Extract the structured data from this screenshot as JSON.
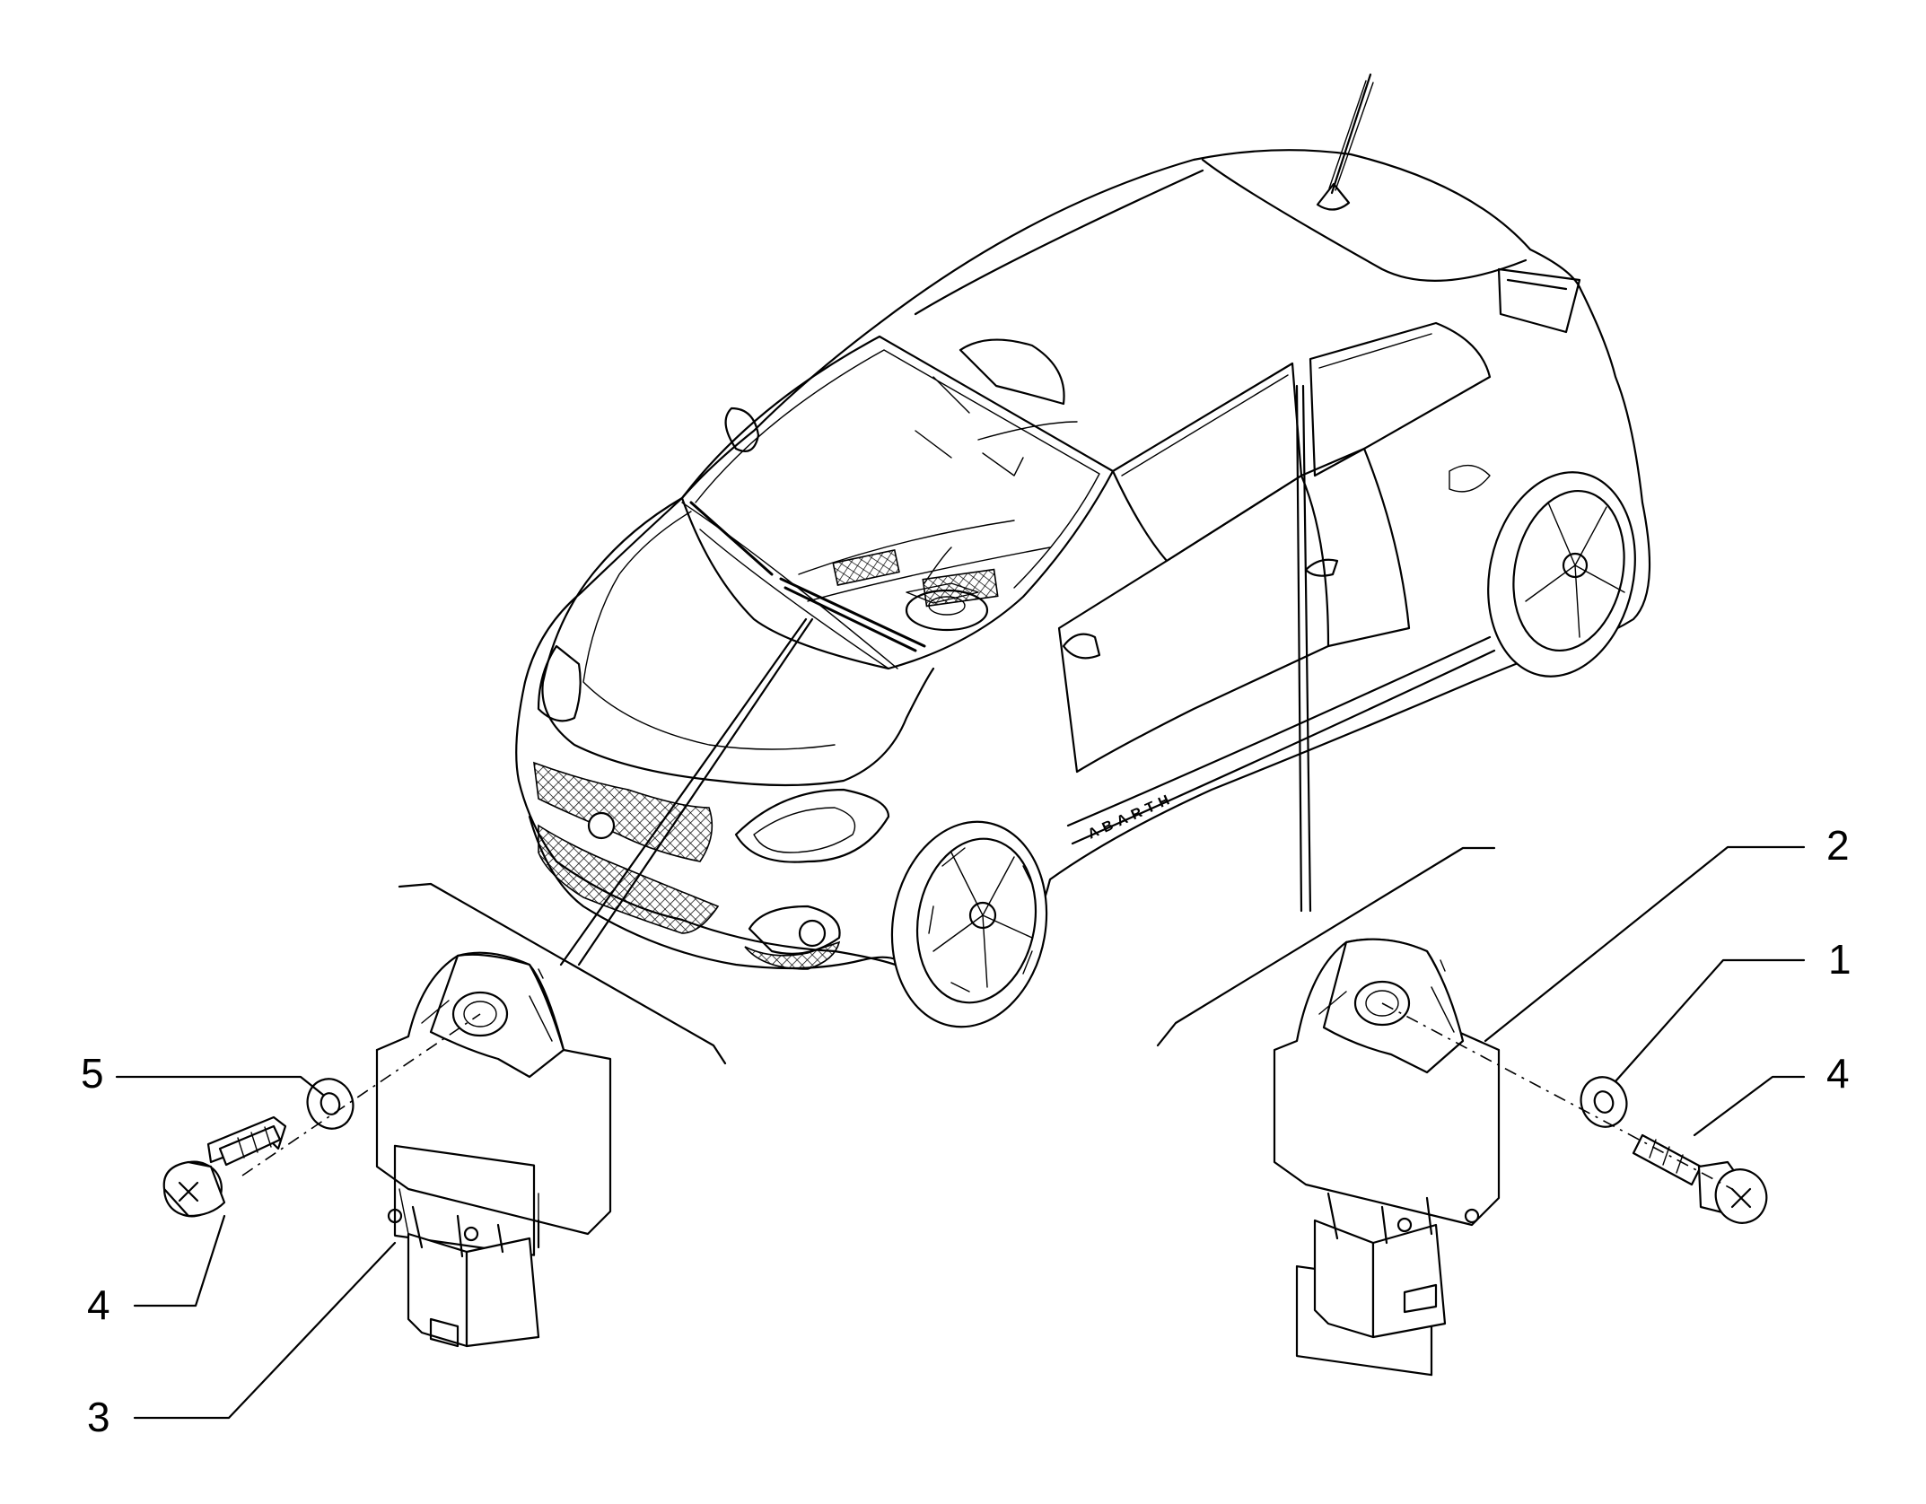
{
  "callouts": {
    "c1": "1",
    "c2": "2",
    "c3": "3",
    "c4_left": "4",
    "c4_right": "4",
    "c5": "5"
  },
  "car": {
    "badge": "ABARTH"
  }
}
